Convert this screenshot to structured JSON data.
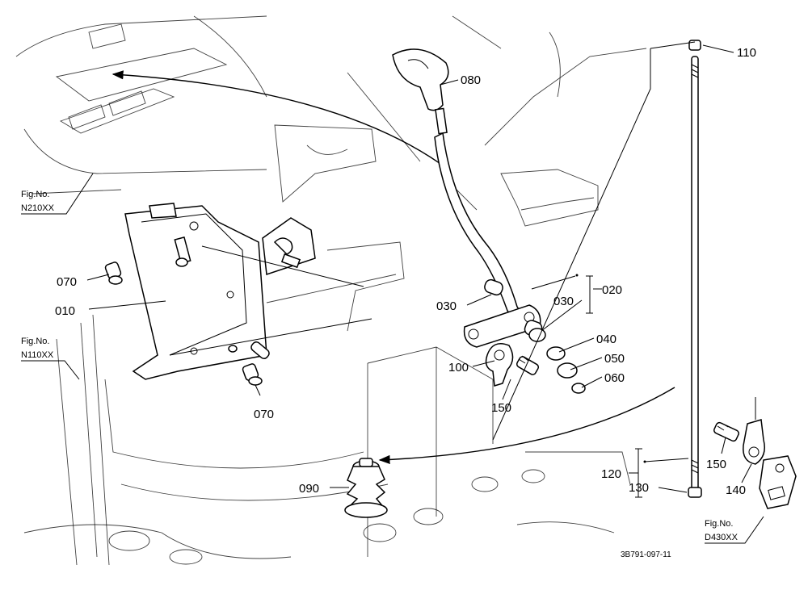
{
  "callouts": {
    "p010": "010",
    "p020": "020",
    "p030a": "030",
    "p030b": "030",
    "p040": "040",
    "p050": "050",
    "p060": "060",
    "p070a": "070",
    "p070b": "070",
    "p080": "080",
    "p090": "090",
    "p100": "100",
    "p110": "110",
    "p120": "120",
    "p130": "130",
    "p140": "140",
    "p150a": "150",
    "p150b": "150"
  },
  "figure_refs": {
    "n210": {
      "label": "Fig.No.",
      "code": "N210XX"
    },
    "n110": {
      "label": "Fig.No.",
      "code": "N110XX"
    },
    "d430": {
      "label": "Fig.No.",
      "code": "D430XX"
    }
  },
  "drawing_code": "3B791-097-11"
}
